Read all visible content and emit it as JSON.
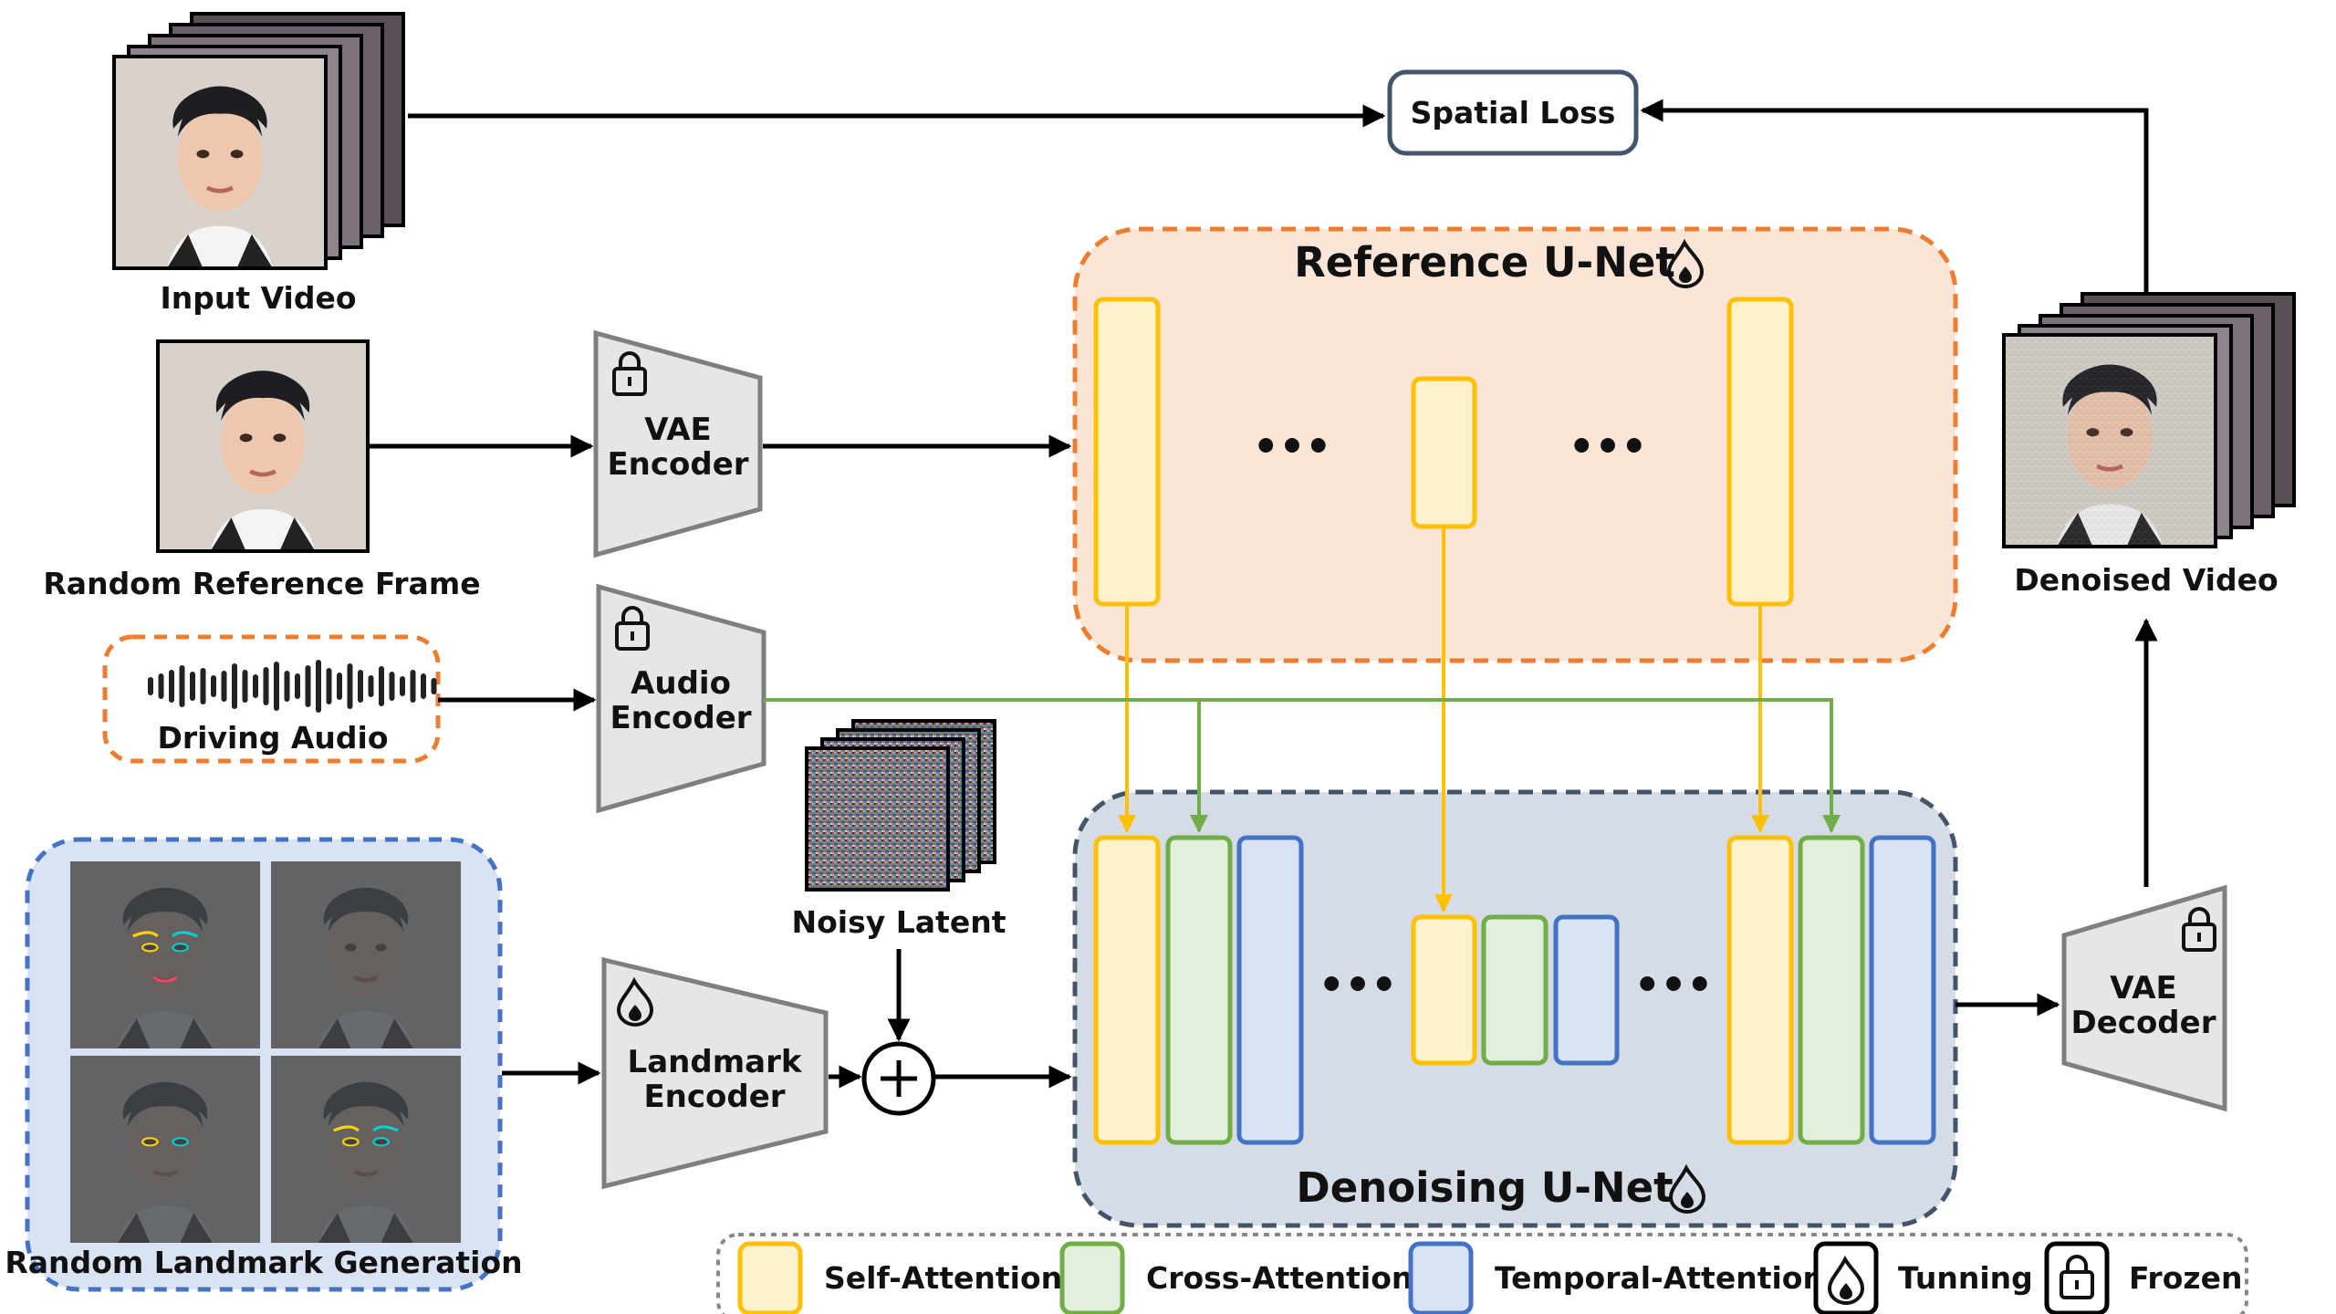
{
  "labels": {
    "input_video": "Input Video",
    "random_reference_frame": "Random Reference Frame",
    "driving_audio": "Driving Audio",
    "random_landmark_generation": "Random Landmark Generation",
    "noisy_latent": "Noisy Latent",
    "spatial_loss": "Spatial Loss",
    "reference_unet": "Reference U-Net",
    "denoising_unet": "Denoising U-Net",
    "denoised_video": "Denoised Video",
    "ellipsis": "•••"
  },
  "encoders": {
    "vae_encoder": [
      "VAE",
      "Encoder"
    ],
    "audio_encoder": [
      "Audio",
      "Encoder"
    ],
    "landmark_encoder": [
      "Landmark",
      "Encoder"
    ],
    "vae_decoder": [
      "VAE",
      "Decoder"
    ]
  },
  "legend": {
    "self_attention": "Self-Attention",
    "cross_attention": "Cross-Attention",
    "temporal_attention": "Temporal-Attention",
    "tunning": "Tunning",
    "frozen": "Frozen"
  },
  "colors": {
    "self_attention_fill": "#fff2cc",
    "self_attention_stroke": "#ffc000",
    "cross_attention_fill": "#e2efda",
    "cross_attention_stroke": "#70ad47",
    "temporal_attention_fill": "#dae3f3",
    "temporal_attention_stroke": "#4472c4",
    "reference_unet_fill": "#fbe5d6",
    "reference_unet_border": "#ed7d31",
    "denoising_unet_fill": "#d6dce5",
    "denoising_unet_border": "#44546a",
    "landmark_panel_fill": "#dae3f3",
    "landmark_panel_border": "#4472c4",
    "encoder_fill": "#e7e6e6",
    "encoder_stroke": "#7f7f7f"
  },
  "icons": {
    "tunning": "flame-icon",
    "frozen": "lock-icon"
  }
}
